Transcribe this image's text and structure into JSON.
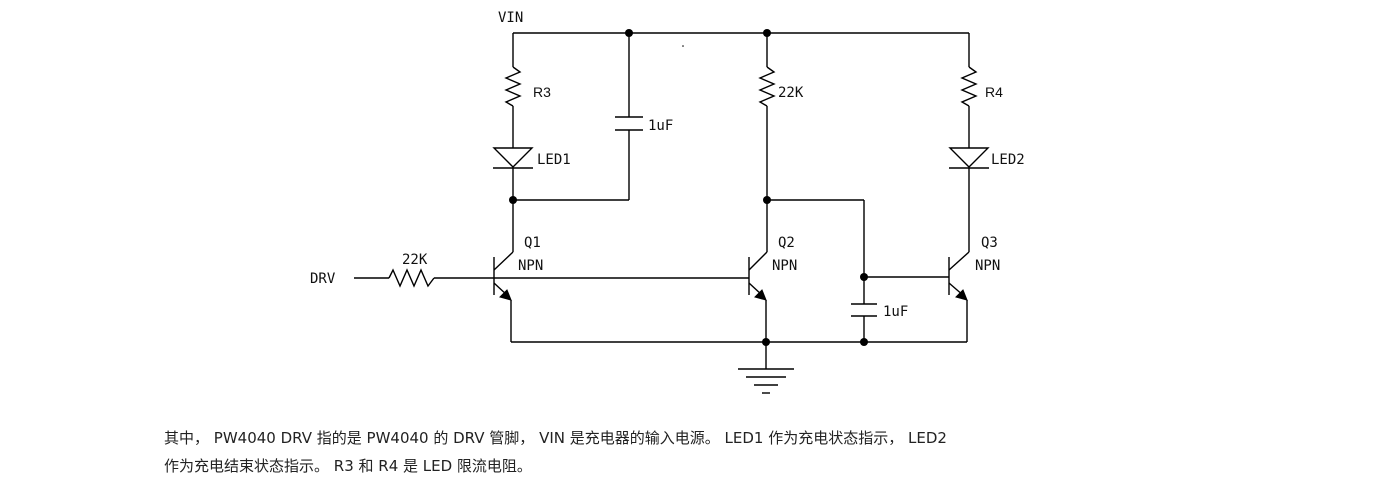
{
  "diagram": {
    "title": "PW4040 charge indicator circuit",
    "nets": {
      "vin": "VIN",
      "drv": "DRV"
    },
    "components": {
      "r3": {
        "label": "R3"
      },
      "r4": {
        "label": "R4"
      },
      "r_q2": {
        "label": "22K"
      },
      "r_drv": {
        "label": "22K"
      },
      "c1": {
        "label": "1uF"
      },
      "c2": {
        "label": "1uF"
      },
      "led1": {
        "label": "LED1"
      },
      "led2": {
        "label": "LED2"
      },
      "q1": {
        "label": "Q1",
        "type": "NPN"
      },
      "q2": {
        "label": "Q2",
        "type": "NPN"
      },
      "q3": {
        "label": "Q3",
        "type": "NPN"
      }
    }
  },
  "caption": {
    "line1": "其中， PW4040 DRV 指的是 PW4040 的 DRV 管脚， VIN 是充电器的输入电源。 LED1 作为充电状态指示， LED2",
    "line2": "作为充电结束状态指示。 R3 和 R4 是 LED 限流电阻。"
  }
}
